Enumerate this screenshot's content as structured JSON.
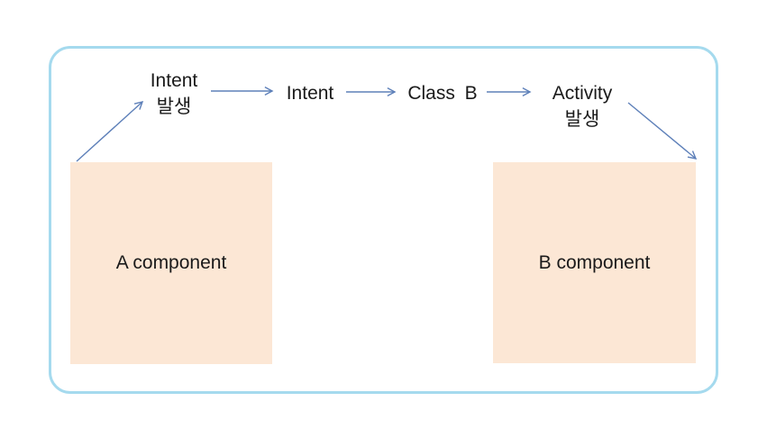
{
  "colors": {
    "background": "#FFFFFF",
    "frame_border": "#A5DAEE",
    "box_fill": "#FCE7D5",
    "arrow": "#5E80B9",
    "text": "#1A1A1A"
  },
  "flow": {
    "intent_event_line1": "Intent",
    "intent_event_line2": "발생",
    "intent_label": "Intent",
    "class_b_label": "Class B",
    "activity_event_line1": "Activity",
    "activity_event_line2": "발생"
  },
  "boxes": {
    "component_a_label": "A component",
    "component_b_label": "B component"
  },
  "arrows": [
    {
      "name": "arrow-a-to-intent-event",
      "from": "A component",
      "to": "Intent 발생"
    },
    {
      "name": "arrow-intent-event-to-intent",
      "from": "Intent 발생",
      "to": "Intent"
    },
    {
      "name": "arrow-intent-to-class-b",
      "from": "Intent",
      "to": "Class B"
    },
    {
      "name": "arrow-class-b-to-activity-event",
      "from": "Class B",
      "to": "Activity 발생"
    },
    {
      "name": "arrow-activity-event-to-b",
      "from": "Activity 발생",
      "to": "B component"
    }
  ]
}
